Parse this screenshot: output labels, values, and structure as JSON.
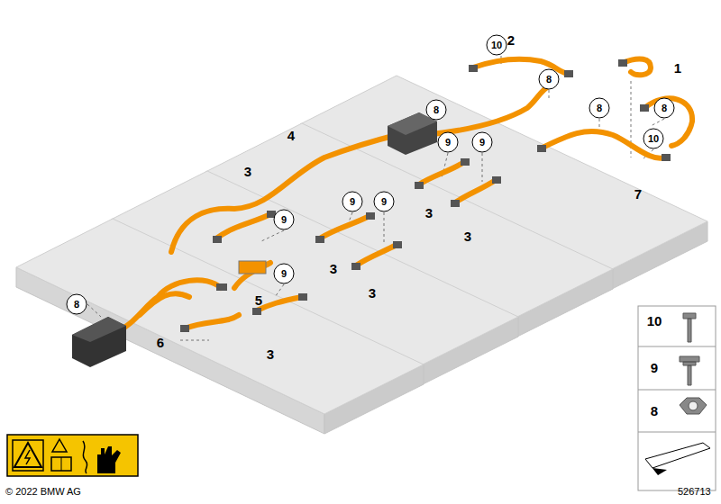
{
  "diagram": {
    "labels": [
      "2",
      "10",
      "1",
      "8",
      "8",
      "8",
      "8",
      "4",
      "10",
      "9",
      "9",
      "3",
      "7",
      "9",
      "9",
      "9",
      "3",
      "3",
      "3",
      "9",
      "3",
      "5",
      "8",
      "6",
      "3",
      "10",
      "9",
      "8",
      "© 2022 BMW AG",
      "526713"
    ]
  }
}
